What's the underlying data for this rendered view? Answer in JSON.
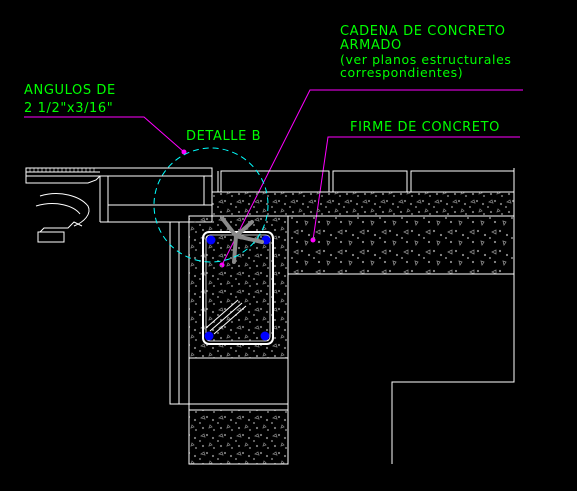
{
  "drawing": {
    "background": "#000000",
    "colors": {
      "outline": "#FFFFFF",
      "label_text": "#00FF00",
      "label_text_dark": "#00C000",
      "leader": "#FF00FF",
      "fill_hatch": "#808080",
      "rebar": "#0000FF",
      "stirrup": "#FFFFFF",
      "ties": "#8A8A8A",
      "detail_circle": "#00FFFF",
      "concrete_fill": "#333333"
    },
    "labels": {
      "cadena_line1": "CADENA DE CONCRETO",
      "cadena_line2": "ARMADO",
      "cadena_note1": "(ver planos estructurales",
      "cadena_note2": "correspondientes)",
      "angulos_line1": "ANGULOS DE",
      "angulos_line2": "2 1/2\"x3/16\"",
      "detalle": "DETALLE B",
      "firme": "FIRME DE CONCRETO"
    },
    "icons": {
      "rebar": "filled-circle",
      "detail_marker": "dashed-circle",
      "leader_end": "filled-dot"
    }
  }
}
